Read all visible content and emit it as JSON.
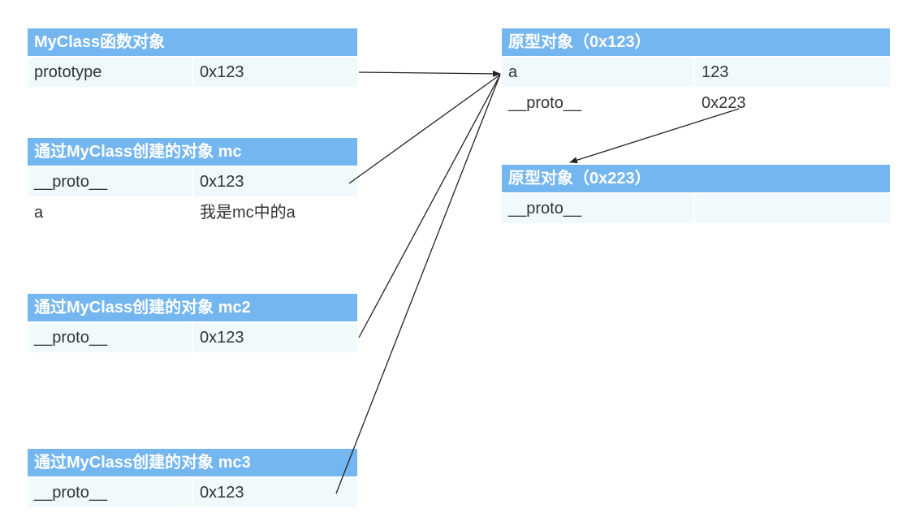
{
  "myclass_fn": {
    "title": "MyClass函数对象",
    "rows": [
      {
        "key": "prototype",
        "value": "0x123"
      }
    ]
  },
  "mc": {
    "title": "通过MyClass创建的对象 mc",
    "rows": [
      {
        "key": "__proto__",
        "value": "0x123"
      },
      {
        "key": "a",
        "value": "我是mc中的a"
      }
    ]
  },
  "mc2": {
    "title": "通过MyClass创建的对象 mc2",
    "rows": [
      {
        "key": "__proto__",
        "value": "0x123"
      }
    ]
  },
  "mc3": {
    "title": "通过MyClass创建的对象 mc3",
    "rows": [
      {
        "key": "__proto__",
        "value": "0x123"
      }
    ]
  },
  "proto_123": {
    "title": "原型对象（0x123）",
    "rows": [
      {
        "key": "a",
        "value": "123"
      },
      {
        "key": "__proto__",
        "value": "0x223"
      }
    ]
  },
  "proto_223": {
    "title": "原型对象（0x223）",
    "rows": [
      {
        "key": "__proto__",
        "value": ""
      }
    ]
  },
  "colors": {
    "header": "#74b6f0",
    "row_shade": "#f0fafc",
    "arrow": "#222222"
  }
}
